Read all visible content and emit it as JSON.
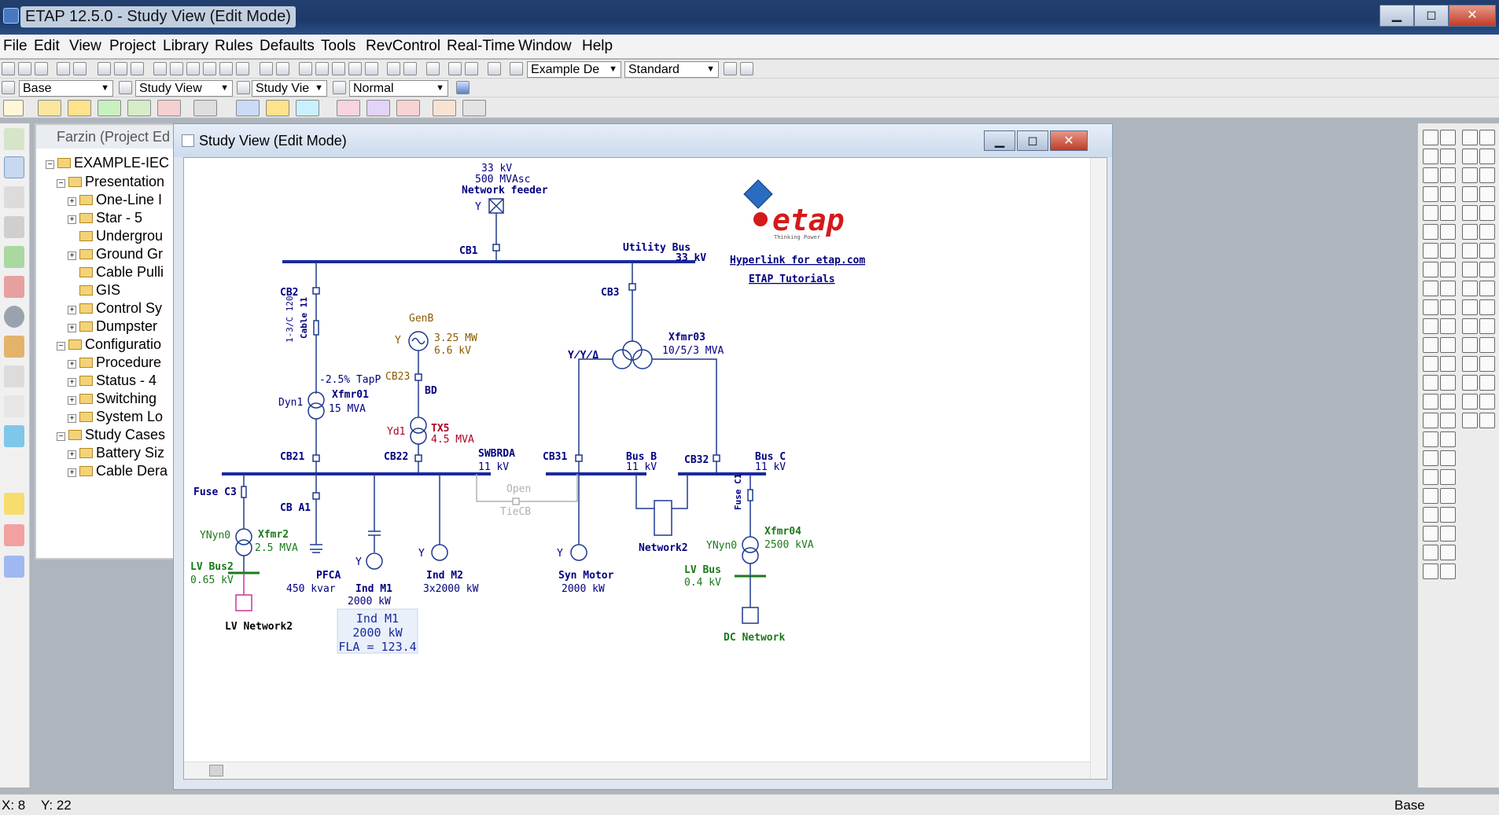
{
  "window": {
    "title": "ETAP 12.5.0 - Study View (Edit Mode)",
    "min": "▁",
    "max": "◻",
    "close": "✕"
  },
  "menu": [
    "File",
    "Edit",
    "View",
    "Project",
    "Library",
    "Rules",
    "Defaults",
    "Tools",
    "RevControl",
    "Real-Time",
    "Window",
    "Help"
  ],
  "toolbar": {
    "example_combo": "Example De",
    "standard_combo": "Standard",
    "base_combo": "Base",
    "studyview_combo": "Study View",
    "studyview_combo2": "Study Vie",
    "normal_combo": "Normal"
  },
  "project": {
    "title": "Farzin (Project Ed",
    "root": "EXAMPLE-IEC -",
    "items": [
      {
        "label": "Presentation",
        "level": 1,
        "pm": "-"
      },
      {
        "label": "One-Line I",
        "level": 2,
        "pm": "+"
      },
      {
        "label": "Star - 5",
        "level": 2,
        "pm": "+"
      },
      {
        "label": "Undergrou",
        "level": 2,
        "pm": ""
      },
      {
        "label": "Ground Gr",
        "level": 2,
        "pm": "+"
      },
      {
        "label": "Cable Pulli",
        "level": 2,
        "pm": ""
      },
      {
        "label": "GIS",
        "level": 2,
        "pm": ""
      },
      {
        "label": "Control Sy",
        "level": 2,
        "pm": "+"
      },
      {
        "label": "Dumpster",
        "level": 2,
        "pm": "+"
      },
      {
        "label": "Configuratio",
        "level": 1,
        "pm": "-"
      },
      {
        "label": "Procedure",
        "level": 2,
        "pm": "+"
      },
      {
        "label": "Status - 4",
        "level": 2,
        "pm": "+"
      },
      {
        "label": "Switching",
        "level": 2,
        "pm": "+"
      },
      {
        "label": "System Lo",
        "level": 2,
        "pm": "+"
      },
      {
        "label": "Study Cases",
        "level": 1,
        "pm": "-"
      },
      {
        "label": "Battery Siz",
        "level": 2,
        "pm": "+"
      },
      {
        "label": "Cable Dera",
        "level": 2,
        "pm": "+"
      }
    ]
  },
  "study_view": {
    "title": "Study View (Edit Mode)"
  },
  "diagram": {
    "feeder_kv": "33 kV",
    "feeder_mva": "500 MVAsc",
    "feeder_name": "Network feeder",
    "feeder_conn": "Y",
    "cb1": "CB1",
    "utility_bus": "Utility Bus",
    "utility_kv": "33 kV",
    "hyperlink": "Hyperlink for etap.com",
    "tutorials": "ETAP Tutorials",
    "logo": "etap",
    "logo_sub": "Thinking Power",
    "cb2": "CB2",
    "cable": "Cable 11",
    "cable_size": "1-3/C 120",
    "genb": "GenB",
    "genb_mw": "3.25 MW",
    "genb_kv": "6.6 kV",
    "genb_conn": "Y",
    "cb3": "CB3",
    "xfmr03": "Xfmr03",
    "xfmr03_mva": "10/5/3 MVA",
    "xfmr03_conn": "Y̸Y̸Δ",
    "tap": "-2.5% TapP",
    "cb23": "CB23",
    "bd": "BD",
    "xfmr01": "Xfmr01",
    "xfmr01_mva": "15 MVA",
    "dyn1": "Dyn1",
    "tx5": "TX5",
    "tx5_mva": "4.5 MVA",
    "yd1": "Yd1",
    "cb21": "CB21",
    "cb22": "CB22",
    "swbrda": "SWBRDA",
    "swbrda_kv": "11 kV",
    "cb31": "CB31",
    "busb": "Bus B",
    "busb_kv": "11 kV",
    "cb32": "CB32",
    "busc": "Bus C",
    "busc_kv": "11 kV",
    "fuse_c3": "Fuse C3",
    "cb_a1": "CB A1",
    "open": "Open",
    "tiecb": "TieCB",
    "fuse_c1": "Fuse C1",
    "yny0": "YNyn0",
    "xfmr2": "Xfmr2",
    "xfmr2_mva": "2.5 MVA",
    "lvbus2": "LV Bus2",
    "lvbus2_kv": "0.65 kV",
    "lvnet2": "LV Network2",
    "pfca": "PFCA",
    "pfca_kvar": "450 kvar",
    "indm1": "Ind M1",
    "indm1_kw": "2000 kW",
    "indm1_conn": "Y",
    "indm2": "Ind M2",
    "indm2_kw": "3x2000 kW",
    "indm2_conn": "Y",
    "syn": "Syn Motor",
    "syn_kw": "2000 kW",
    "syn_conn": "Y",
    "network2": "Network2",
    "yny0_2": "YNyn0",
    "xfmr04": "Xfmr04",
    "xfmr04_kva": "2500 kVA",
    "lvbus": "LV Bus",
    "lvbus_kv": "0.4 kV",
    "dcnet": "DC Network",
    "tip1": "Ind M1",
    "tip2": "2000 kW",
    "tip3": "FLA = 123.4"
  },
  "status": {
    "x": "X: 8",
    "y": "Y: 22",
    "mode": "Base"
  },
  "colors": {
    "bus": "#1a2a9c",
    "element": "#1f3a8f",
    "label": "#000080",
    "gen": "#8b5a00",
    "green": "#1a7a1a",
    "red": "#b00020",
    "pink": "#cc3399"
  }
}
